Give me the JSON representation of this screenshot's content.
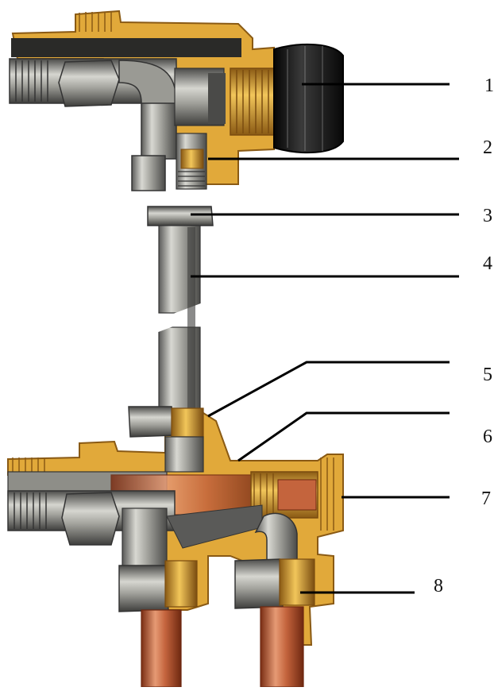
{
  "callouts": [
    {
      "label": "1"
    },
    {
      "label": "2"
    },
    {
      "label": "3"
    },
    {
      "label": "4"
    },
    {
      "label": "5"
    },
    {
      "label": "6"
    },
    {
      "label": "7"
    },
    {
      "label": "8"
    }
  ],
  "colors": {
    "brass_cutaway": "#e1a93a",
    "brass_dark": "#8a5a14",
    "steel": "#a9a9a3",
    "steel_dark": "#4e4e4c",
    "copper": "#c4643d",
    "knob": "#151515",
    "leader_line": "#000000"
  }
}
